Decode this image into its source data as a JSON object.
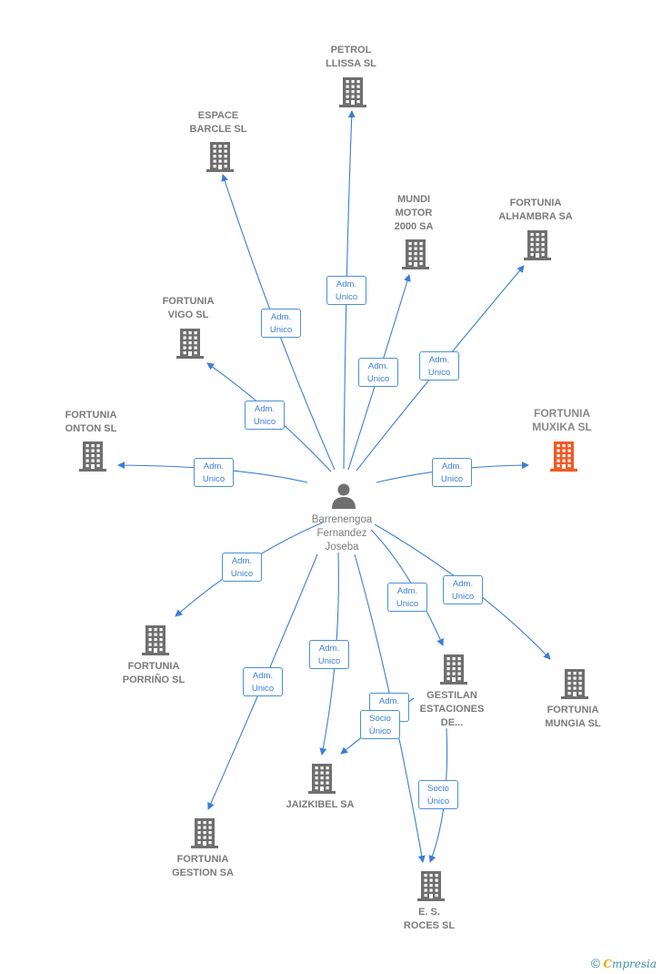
{
  "person": {
    "name": "Barrenengoa\nFernandez\nJoseba"
  },
  "companies": [
    {
      "id": "petrol",
      "name": "PETROL\nLLISSA SL"
    },
    {
      "id": "espace",
      "name": "ESPACE\nBARCLE SL"
    },
    {
      "id": "mundi",
      "name": "MUNDI\nMOTOR\n2000 SA"
    },
    {
      "id": "alhambra",
      "name": "FORTUNIA\nALHAMBRA SA"
    },
    {
      "id": "vigo",
      "name": "FORTUNIA\nVIGO SL"
    },
    {
      "id": "onton",
      "name": "FORTUNIA\nONTON SL"
    },
    {
      "id": "muxika",
      "name": "FORTUNIA\nMUXIKA SL",
      "highlight": true
    },
    {
      "id": "porrino",
      "name": "FORTUNIA\nPORRIÑO SL"
    },
    {
      "id": "gestilan",
      "name": "GESTILAN\nESTACIONES\nDE..."
    },
    {
      "id": "mungia",
      "name": "FORTUNIA\nMUNGIA SL"
    },
    {
      "id": "jaizkibel",
      "name": "JAIZKIBEL SA"
    },
    {
      "id": "gestion",
      "name": "FORTUNIA\nGESTION SA"
    },
    {
      "id": "roces",
      "name": "E. S.\nROCES SL"
    }
  ],
  "relations": [
    {
      "from": "person",
      "to": "petrol",
      "label": "Adm.\nUnico"
    },
    {
      "from": "person",
      "to": "espace",
      "label": "Adm.\nUnico"
    },
    {
      "from": "person",
      "to": "mundi",
      "label": "Adm.\nUnico"
    },
    {
      "from": "person",
      "to": "alhambra",
      "label": "Adm.\nUnico"
    },
    {
      "from": "person",
      "to": "vigo",
      "label": "Adm.\nUnico"
    },
    {
      "from": "person",
      "to": "onton",
      "label": "Adm.\nUnico"
    },
    {
      "from": "person",
      "to": "muxika",
      "label": "Adm.\nUnico"
    },
    {
      "from": "person",
      "to": "porrino",
      "label": "Adm.\nUnico"
    },
    {
      "from": "person",
      "to": "gestilan",
      "label": "Adm.\nUnico"
    },
    {
      "from": "person",
      "to": "mungia",
      "label": "Adm.\nUnico"
    },
    {
      "from": "person",
      "to": "jaizkibel",
      "label": "Adm.\nUnico"
    },
    {
      "from": "person",
      "to": "gestion",
      "label": "Adm.\nUnico"
    },
    {
      "from": "person",
      "to": "roces",
      "label": "Adm.\nUnico"
    },
    {
      "from": "gestilan",
      "to": "jaizkibel",
      "label": "Socio\nÚnico"
    },
    {
      "from": "gestilan",
      "to": "roces",
      "label": "Socio\nÚnico"
    }
  ],
  "colors": {
    "edge": "#3b7dd8",
    "building": "#6f6f6f",
    "highlight": "#f15a24"
  },
  "footer": {
    "copyright": "©",
    "brand_initial": "C",
    "brand_rest": "mpresia"
  }
}
